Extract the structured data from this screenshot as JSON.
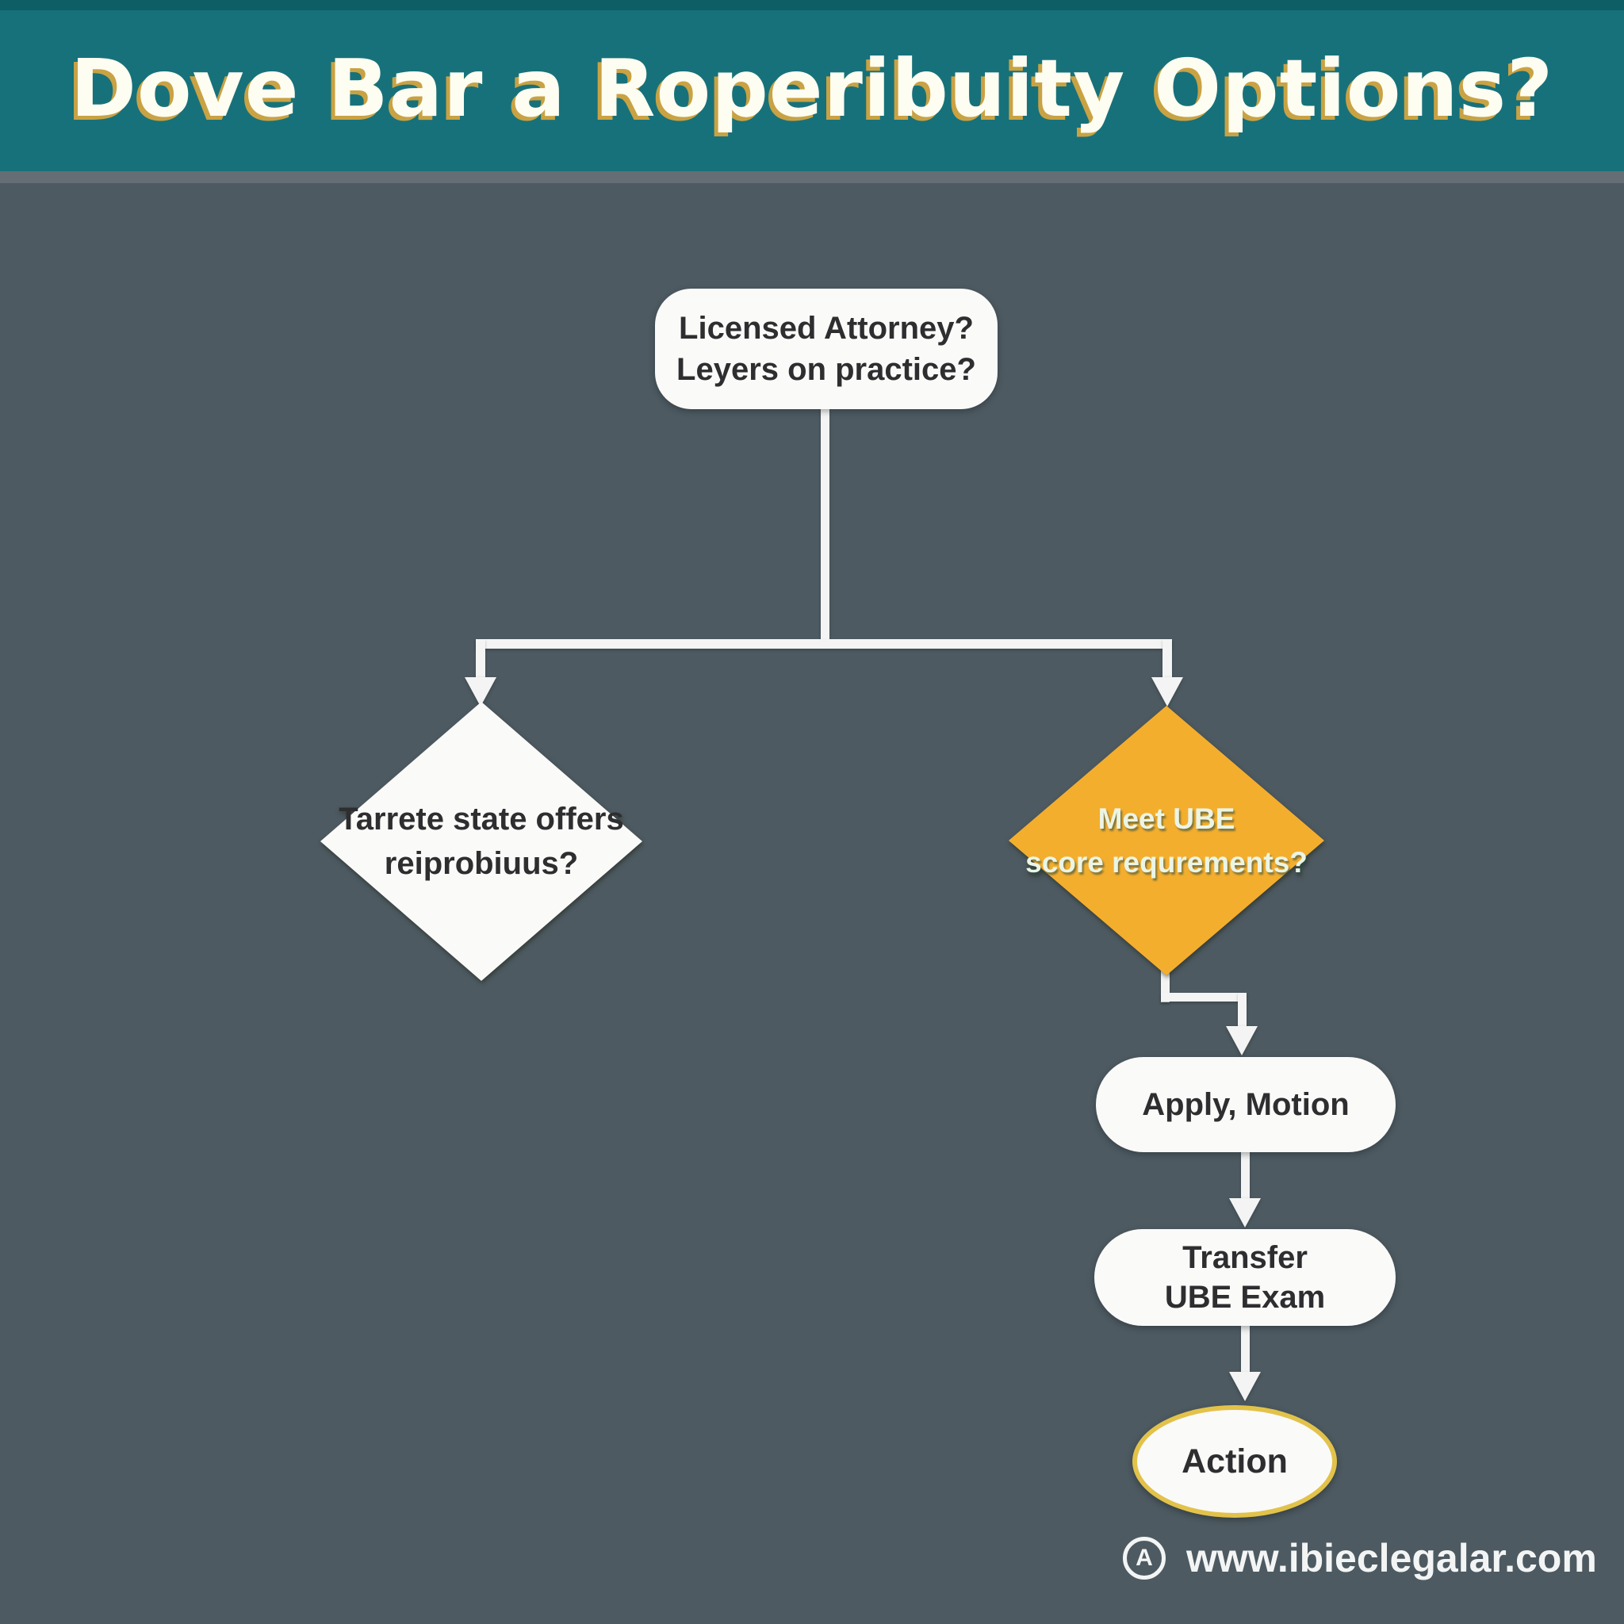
{
  "colors": {
    "background": "#4D5A61",
    "header": "#17717A",
    "header_top_edge": "#0D5A63",
    "header_bottom_edge": "#6A7278",
    "title_text": "#FDFDF2",
    "title_shadow": "#C9A243",
    "node_fill": "#FAFAF9",
    "node_text": "#2E2E30",
    "connector": "#F3F4F3",
    "accent_orange": "#F4AE2E",
    "accent_orange_text": "#EBF5E6",
    "gold_border": "#E2C24A",
    "watermark_text": "#F3F5F5"
  },
  "header": {
    "title": "Dove Bar a Roperibuity Options?"
  },
  "flowchart": {
    "start": {
      "label": "Licensed Attorney?\nLeyers on practice?"
    },
    "left_decision": {
      "label": "Tarrete state offers\nreiprobiuus?"
    },
    "right_decision": {
      "label": "Meet UBE\nscore requrements?"
    },
    "step_apply": {
      "label": "Apply, Motion"
    },
    "step_transfer": {
      "label": "Transfer\nUBE Exam"
    },
    "end": {
      "label": "Action"
    }
  },
  "watermark": {
    "icon_letter": "A",
    "url": "www.ibieclegalar.com"
  }
}
